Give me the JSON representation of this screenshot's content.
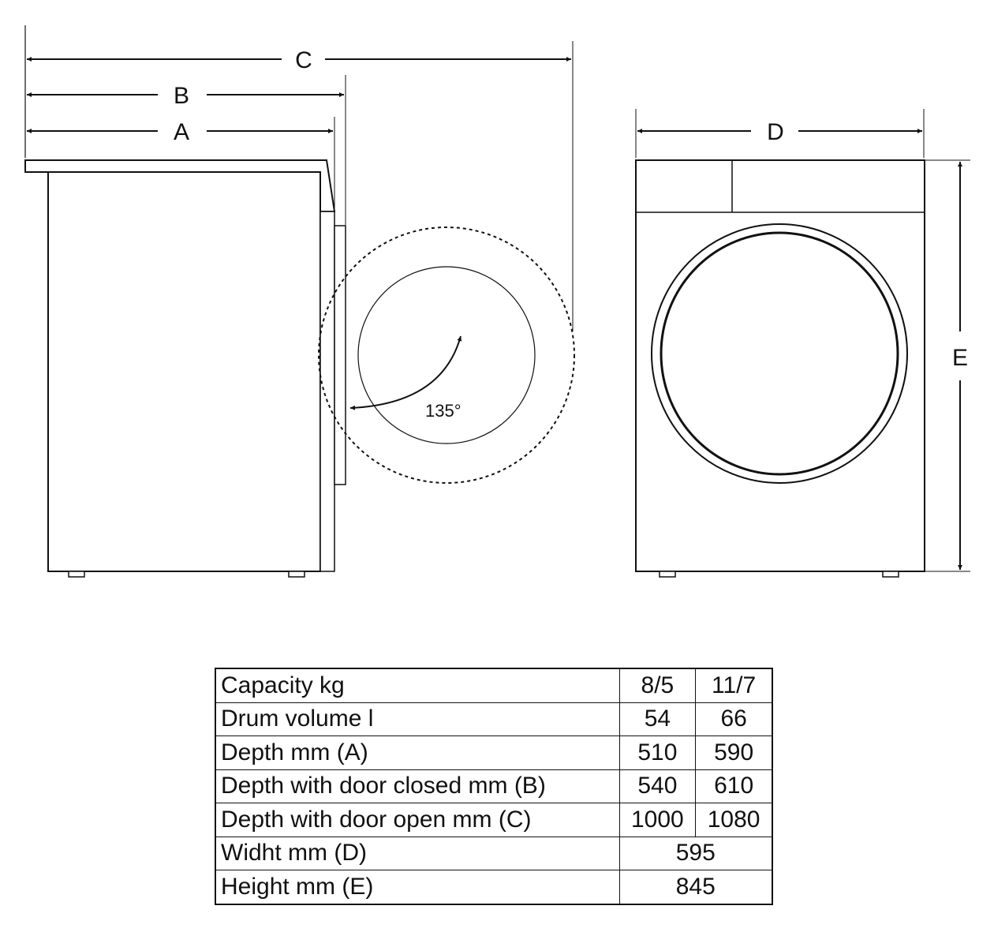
{
  "dimensions": {
    "c_label": "C",
    "b_label": "B",
    "a_label": "A",
    "d_label": "D",
    "e_label": "E",
    "door_angle": "135°"
  },
  "table": {
    "rows": [
      {
        "label": "Capacity kg",
        "v1": "8/5",
        "v2": "11/7"
      },
      {
        "label": "Drum volume l",
        "v1": "54",
        "v2": "66"
      },
      {
        "label": "Depth mm (A)",
        "v1": "510",
        "v2": "590"
      },
      {
        "label": "Depth with door closed mm (B)",
        "v1": "540",
        "v2": "610"
      },
      {
        "label": "Depth with door open mm (C)",
        "v1": "1000",
        "v2": "1080"
      },
      {
        "label": "Widht mm (D)",
        "v": "595"
      },
      {
        "label": "Height mm (E)",
        "v": "845"
      }
    ]
  }
}
